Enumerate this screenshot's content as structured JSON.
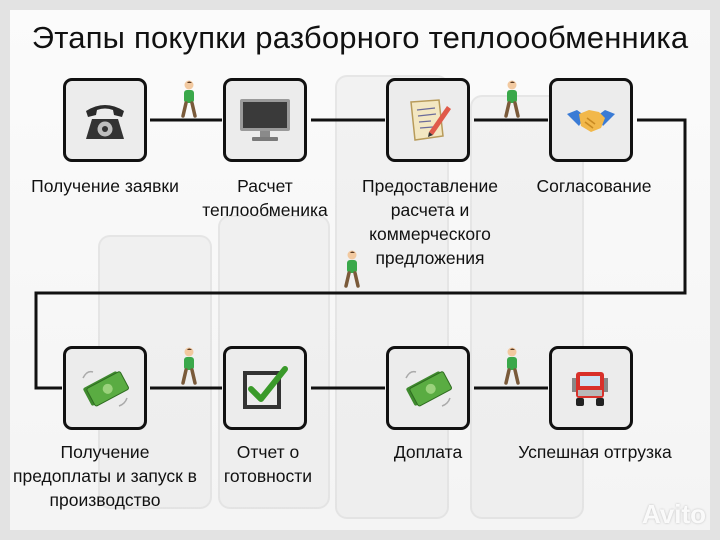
{
  "title": "Этапы покупки разборного теплоообменника",
  "steps": [
    {
      "label": "Получение заявки",
      "icon": "telephone-icon"
    },
    {
      "label": "Расчет теплообменика",
      "icon": "monitor-icon"
    },
    {
      "label": "Предоставление расчета и коммерческого предложения",
      "icon": "document-pen-icon"
    },
    {
      "label": "Согласование",
      "icon": "handshake-icon"
    },
    {
      "label": "Получение предоплаты и запуск в производство",
      "icon": "money-icon"
    },
    {
      "label": "Отчет о готовности",
      "icon": "checkbox-icon"
    },
    {
      "label": "Доплата",
      "icon": "money-icon"
    },
    {
      "label": "Успешная отгрузка",
      "icon": "truck-icon"
    }
  ],
  "watermark": "Avito",
  "colors": {
    "connector": "#111111",
    "box_fill": "#ececec",
    "check": "#3a9a2a",
    "money": "#4f9a3a",
    "truck": "#d8302a"
  }
}
